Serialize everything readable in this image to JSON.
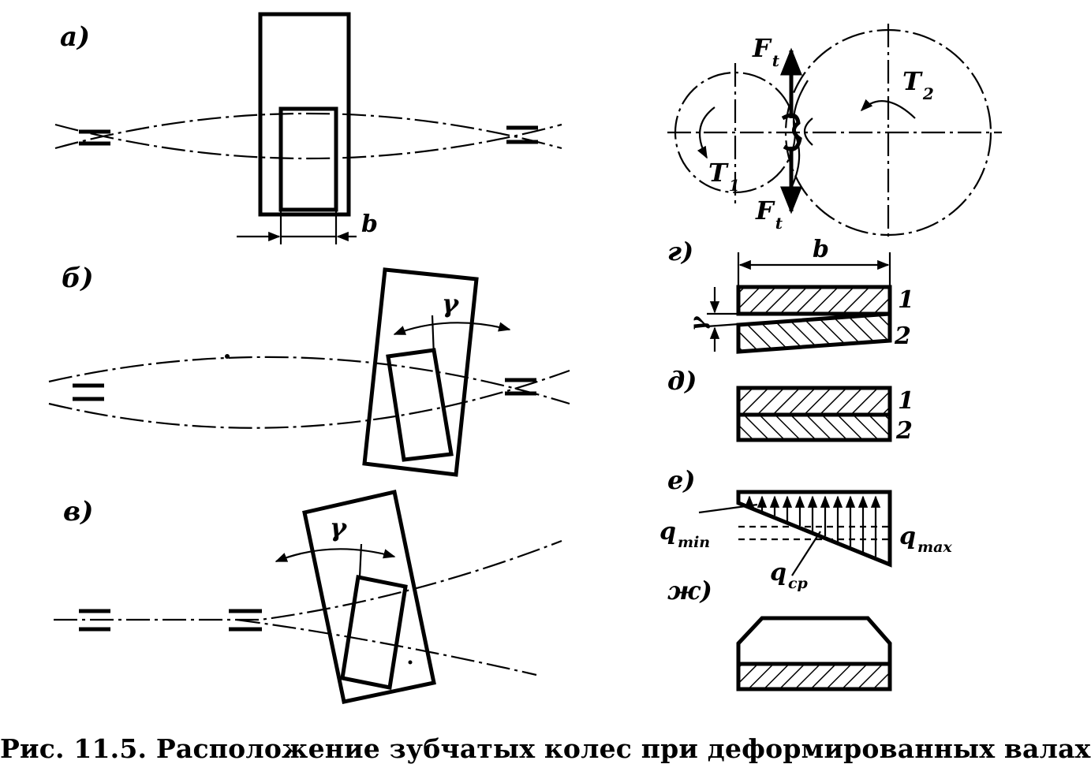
{
  "caption": "Рис. 11.5. Расположение зубчатых колес при деформированных валах",
  "panels": {
    "a": "а)",
    "b": "б)",
    "v": "в)",
    "g": "г)",
    "d": "д)",
    "e": "е)",
    "zh": "ж)"
  },
  "labels": {
    "width_b": "b",
    "width_b_g": "b",
    "gamma": "γ",
    "force": "F",
    "force_sub": "t",
    "torque": "T",
    "torque1_sub": "1",
    "torque2_sub": "2",
    "part1_g": "1",
    "part2_g": "2",
    "part1_d": "1",
    "part2_d": "2",
    "q": "q",
    "q_min_sub": "min",
    "q_max_sub": "max",
    "q_cp_sub": "ср"
  },
  "colors": {
    "ink": "#000000",
    "paper": "#ffffff"
  }
}
